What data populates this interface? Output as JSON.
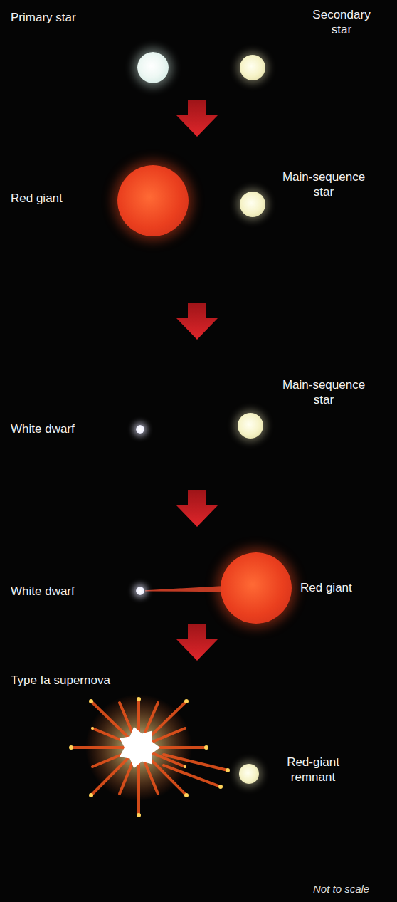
{
  "diagram": {
    "nodes": [
      {
        "text": [
          "Primary star"
        ]
      },
      {
        "text": [
          "Secondary star"
        ]
      },
      {
        "text": [
          "Red giant"
        ]
      },
      {
        "text": [
          "Main-sequence star"
        ]
      },
      {
        "text": [
          "White dwarf"
        ]
      },
      {
        "text": [
          "Main-sequence star"
        ]
      },
      {
        "text": [
          "White dwarf"
        ]
      },
      {
        "text": [
          "Red giant"
        ]
      },
      {
        "text": [
          "Type Ia supernova"
        ]
      },
      {
        "text": [
          "Red-giant remnant"
        ]
      }
    ],
    "edges": [
      {
        "from": 7,
        "to": 6,
        "arrow": "none"
      }
    ],
    "labels": [
      "Not to scale"
    ]
  }
}
